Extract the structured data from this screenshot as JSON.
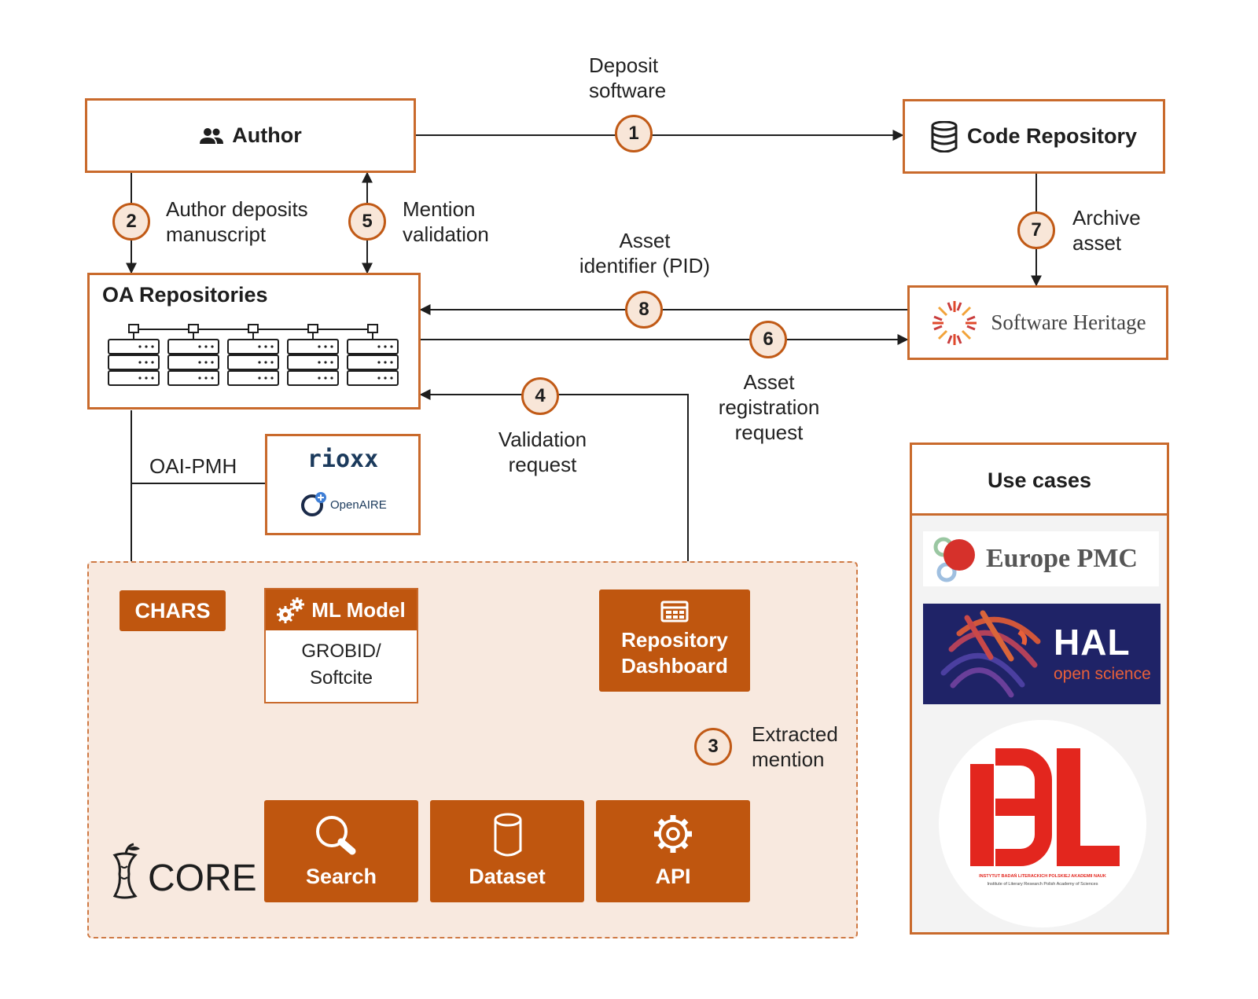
{
  "nodes": {
    "author": "Author",
    "code_repo": "Code Repository",
    "oa_repos": "OA Repositories",
    "software_heritage": "Software Heritage",
    "chars": "CHARS",
    "ml_model": "ML Model",
    "grobid": [
      "GROBID/",
      "Softcite"
    ],
    "repo_dashboard": [
      "Repository",
      "Dashboard"
    ],
    "search": "Search",
    "dataset": "Dataset",
    "api": "API",
    "core": "CORE",
    "rioxx": "rioxx",
    "openaire": "OpenAIRE"
  },
  "steps": [
    {
      "num": "1",
      "label": [
        "Deposit",
        "software"
      ]
    },
    {
      "num": "2",
      "label": [
        "Author deposits",
        "manuscript"
      ]
    },
    {
      "num": "3",
      "label": [
        "Extracted",
        "mention"
      ]
    },
    {
      "num": "4",
      "label": [
        "Validation",
        "request"
      ]
    },
    {
      "num": "5",
      "label": [
        "Mention",
        "validation"
      ]
    },
    {
      "num": "6",
      "label": [
        "Asset",
        "registration",
        "request"
      ]
    },
    {
      "num": "7",
      "label": [
        "Archive",
        "asset"
      ]
    },
    {
      "num": "8",
      "label": [
        "Asset",
        "identifier (PID)"
      ]
    }
  ],
  "oai_pmh": "OAI-PMH",
  "use_cases": {
    "title": "Use cases",
    "europe_pmc": "Europe PMC",
    "hal": "HAL",
    "hal_sub": "open science",
    "ibl_line1": "INSTYTUT BADAŃ LITERACKICH POLSKIEJ AKADEMII NAUK",
    "ibl_line2": "Institute of Literary Research Polish Academy of Sciences"
  },
  "colors": {
    "accent": "#bf560f",
    "border": "#c96a2c",
    "core_bg": "#f8e9df",
    "circle_bg": "#f8e6d8"
  }
}
